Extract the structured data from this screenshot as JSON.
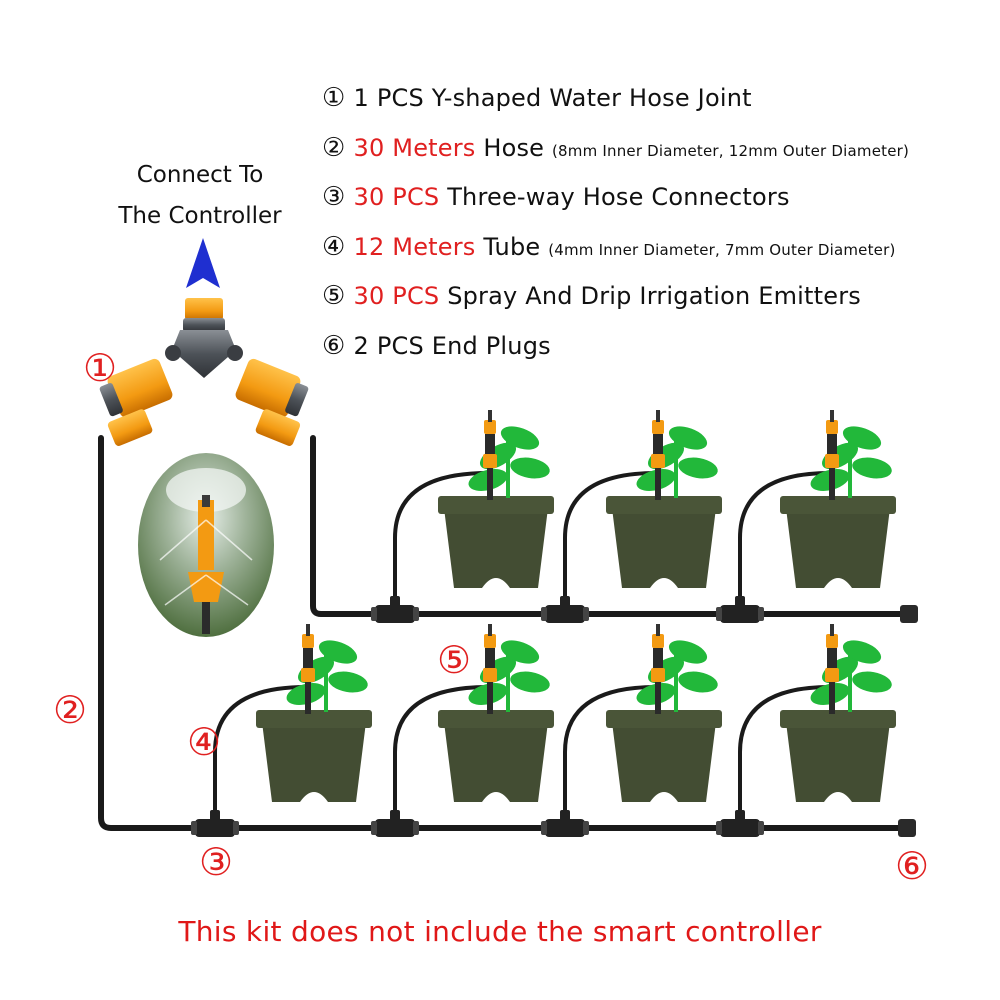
{
  "connect_label": {
    "line1": "Connect To",
    "line2": "The Controller"
  },
  "legend": [
    {
      "num": "①",
      "parts": [
        {
          "text": "1 PCS Y-shaped Water Hose Joint",
          "style": "normal"
        }
      ]
    },
    {
      "num": "②",
      "parts": [
        {
          "text": "30 Meters",
          "style": "highlight"
        },
        {
          "text": " Hose ",
          "style": "normal"
        },
        {
          "text": "(8mm Inner Diameter, 12mm Outer Diameter)",
          "style": "small"
        }
      ]
    },
    {
      "num": "③",
      "parts": [
        {
          "text": "30 PCS",
          "style": "highlight"
        },
        {
          "text": " Three-way Hose Connectors",
          "style": "normal"
        }
      ]
    },
    {
      "num": "④",
      "parts": [
        {
          "text": "12 Meters",
          "style": "highlight"
        },
        {
          "text": " Tube ",
          "style": "normal"
        },
        {
          "text": "(4mm Inner Diameter, 7mm Outer Diameter)",
          "style": "small"
        }
      ]
    },
    {
      "num": "⑤",
      "parts": [
        {
          "text": "30 PCS",
          "style": "highlight"
        },
        {
          "text": " Spray And Drip Irrigation Emitters",
          "style": "normal"
        }
      ]
    },
    {
      "num": "⑥",
      "parts": [
        {
          "text": "2 PCS End Plugs",
          "style": "normal"
        }
      ]
    }
  ],
  "markers": {
    "m1": "①",
    "m2": "②",
    "m3": "③",
    "m4": "④",
    "m5": "⑤",
    "m6": "⑥"
  },
  "footer": "This kit does not include the smart controller",
  "colors": {
    "highlight": "#e02020",
    "arrow": "#1f2fd0",
    "pot": "#434d33",
    "leaf": "#22b83a",
    "emitter": "#f39a12",
    "hose": "#1a1a1a"
  }
}
